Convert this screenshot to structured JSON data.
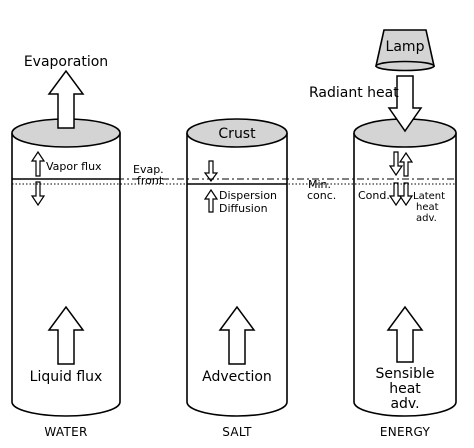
{
  "columns": {
    "water": {
      "bottom_label": "WATER",
      "main_flux_label": "Liquid flux",
      "top_flux_label": "Evaporation",
      "vapor_label": "Vapor flux"
    },
    "salt": {
      "bottom_label": "SALT",
      "main_flux_label": "Advection",
      "crust_label": "Crust",
      "dispersion_label": "Dispersion",
      "diffusion_label": "Diffusion"
    },
    "energy": {
      "bottom_label": "ENERGY",
      "lamp_label": "Lamp",
      "radiant_label": "Radiant heat",
      "cond_label": "Cond.",
      "latent_label_1": "Latent",
      "latent_label_2": "heat",
      "latent_label_3": "adv.",
      "sensible_label_1": "Sensible",
      "sensible_label_2": "heat",
      "sensible_label_3": "adv."
    }
  },
  "fronts": {
    "evap_front_label_1": "Evap.",
    "evap_front_label_2": "front",
    "min_conc_label_1": "Min.",
    "min_conc_label_2": "conc."
  },
  "colors": {
    "fill_grey": "#d4d4d4",
    "stroke": "#000000",
    "background": "#ffffff"
  }
}
